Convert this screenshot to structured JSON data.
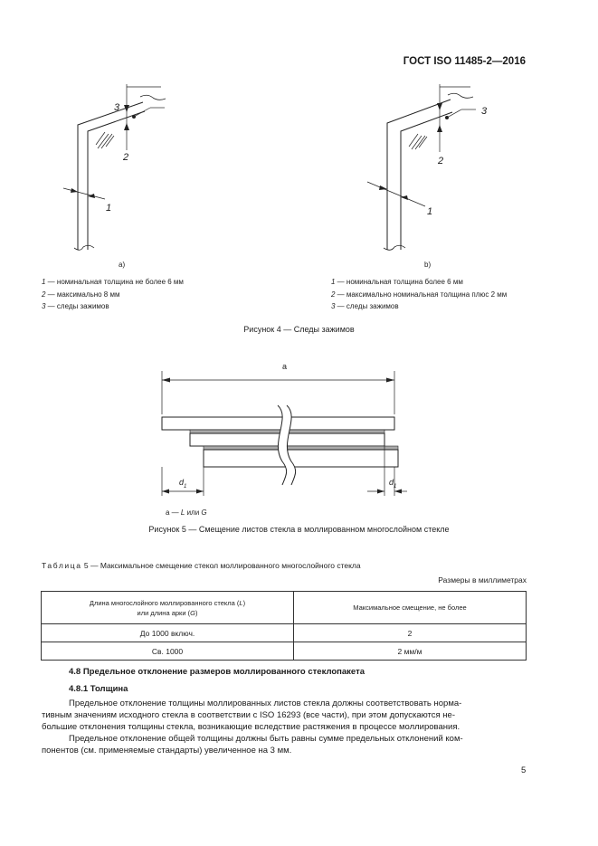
{
  "header": {
    "standard": "ГОСТ ISO 11485-2—2016"
  },
  "figure4": {
    "part_a": {
      "label": "a)",
      "callouts": [
        "1",
        "2",
        "3"
      ]
    },
    "part_b": {
      "label": "b)",
      "callouts": [
        "1",
        "2",
        "3"
      ]
    },
    "legend_a": [
      {
        "num": "1",
        "text": " — номинальная толщина не более 6 мм"
      },
      {
        "num": "2",
        "text": " — максимально 8 мм"
      },
      {
        "num": "3",
        "text": " — следы зажимов"
      }
    ],
    "legend_b": [
      {
        "num": "1",
        "text": " — номинальная толщина более 6 мм"
      },
      {
        "num": "2",
        "text": " — максимально номинальная толщина плюс 2 мм"
      },
      {
        "num": "3",
        "text": " — следы зажимов"
      }
    ],
    "caption": "Рисунок 4 — Следы зажимов"
  },
  "figure5": {
    "dim_label": "а",
    "d_left": "d",
    "d_left_sub": "1",
    "d_right": "d",
    "d_right_sub": "1",
    "note_prefix": "а — ",
    "note_l": "L",
    "note_mid": " или ",
    "note_g": "G",
    "caption": "Рисунок 5 — Смещение листов стекла в моллированном многослойном стекле"
  },
  "table5": {
    "title_word": "Таблица",
    "title_rest": " 5 — Максимальное смещение стекол моллированного многослойного стекла",
    "units": "Размеры в миллиметрах",
    "col1_line1_pre": "Длина многослойного моллированного стекла (",
    "col1_line1_var": "L",
    "col1_line1_post": ")",
    "col1_line2_pre": "или длина арки (",
    "col1_line2_var": "G",
    "col1_line2_post": ")",
    "col2": "Максимальное смещение, не более",
    "rows": [
      {
        "length": "До 1000 включ.",
        "offset": "2"
      },
      {
        "length": "Св. 1000",
        "offset": "2 мм/м"
      }
    ]
  },
  "section_48": {
    "heading": "4.8 Предельное отклонение размеров моллированного стеклопакета",
    "sub_heading": "4.8.1 Толщина",
    "para1_lines": [
      "Предельное отклонение толщины моллированных листов стекла должны соответствовать норма-",
      "тивным значениям исходного стекла в соответствии с ISO 16293 (все части), при этом допускаются не-",
      "большие отклонения толщины стекла, возникающие вследствие растяжения в процессе моллирования."
    ],
    "para2_lines": [
      "Предельное отклонение общей толщины должны быть равны сумме предельных отклонений ком-",
      "понентов (см. применяемые стандарты) увеличенное на 3 мм."
    ]
  },
  "page_number": "5"
}
